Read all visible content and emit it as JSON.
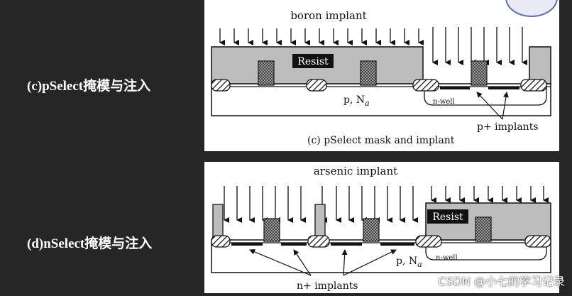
{
  "captions": {
    "c": "(c)pSelect掩模与注入",
    "d": "(d)nSelect掩模与注入"
  },
  "panel_c": {
    "implant_label": "boron implant",
    "resist_label": "Resist",
    "substrate_label": "p, N",
    "substrate_sub": "a",
    "nwell_label": "n-well",
    "implants_label": "p+ implants",
    "caption": "(c) pSelect mask and implant"
  },
  "panel_d": {
    "implant_label": "arsenic implant",
    "resist_label": "Resist",
    "substrate_label": "p, N",
    "substrate_sub": "a",
    "nwell_label": "n-well",
    "implants_label": "n+ implants"
  },
  "watermark": "CSDN @小七的学习记录",
  "colors": {
    "background": "#262626",
    "resist": "#bdbdbd",
    "panel": "#ffffff",
    "ink": "#111111"
  }
}
